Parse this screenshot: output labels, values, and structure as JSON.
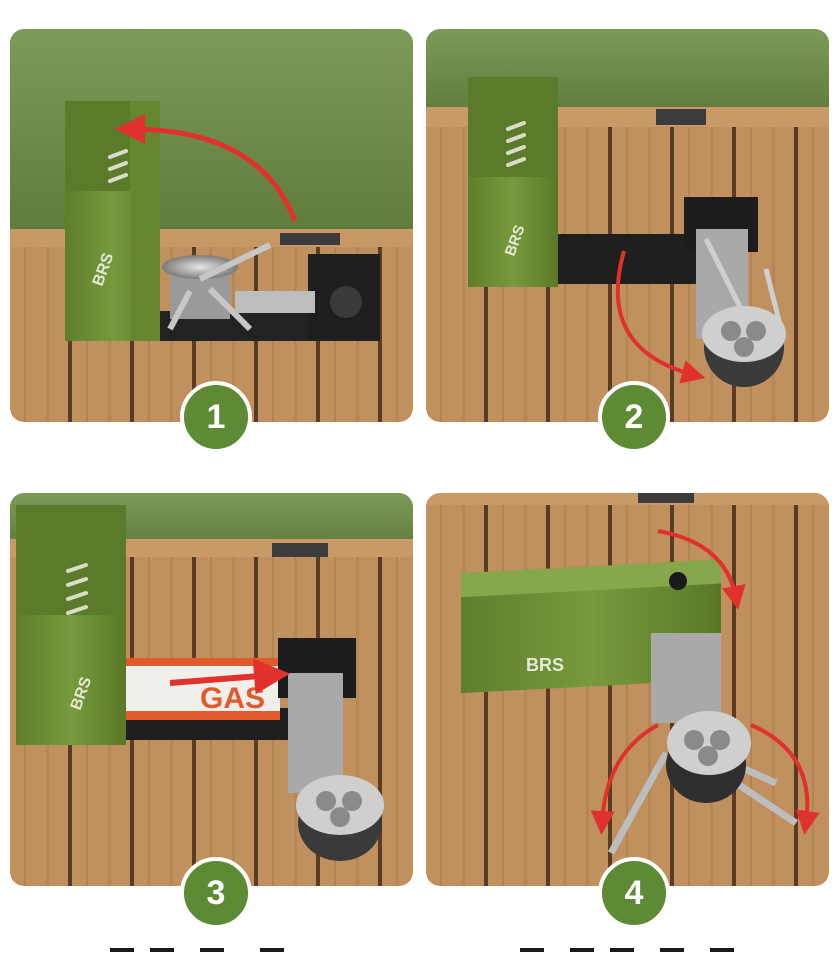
{
  "steps": [
    {
      "number": "1",
      "brand": "BRS"
    },
    {
      "number": "2",
      "brand": "BRS"
    },
    {
      "number": "3",
      "brand": "BRS",
      "canister_text": "GAS"
    },
    {
      "number": "4",
      "brand": "BRS"
    }
  ],
  "colors": {
    "stove_green": "#6e8f36",
    "badge_green": "#5e8a36",
    "arrow_red": "#e0312c",
    "wood": "#b7875a",
    "grass": "#6f8a4a"
  }
}
